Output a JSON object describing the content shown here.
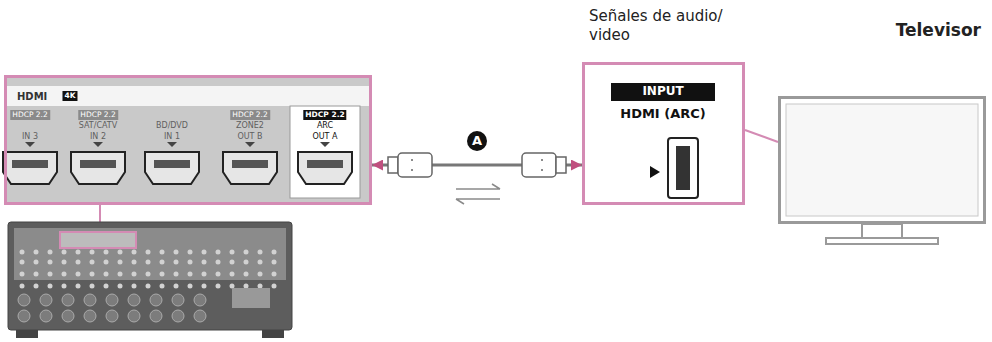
{
  "diagram": {
    "nodes": [
      {
        "text": [
          "HDMI"
        ]
      },
      {
        "text": [
          "Señales de audio/ video",
          "INPUT",
          "HDMI (ARC)"
        ]
      },
      {
        "text": [
          "Televisor"
        ]
      }
    ],
    "edges": [
      {
        "from": 0,
        "to": 1,
        "arrow": "both",
        "label": "A"
      }
    ],
    "labels": [
      "4K",
      "HDCP 2.2",
      "IN 3",
      "HDCP 2.2",
      "SAT/CATV",
      "IN 2",
      "BD/DVD",
      "IN 1",
      "HDCP 2.2",
      "ZONE2",
      "OUT B",
      "HDCP 2.2",
      "ARC",
      "OUT A"
    ]
  }
}
